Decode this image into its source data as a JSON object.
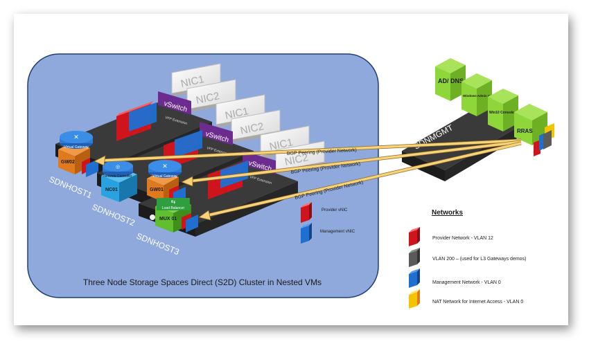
{
  "hosts": [
    {
      "label": "SDNHOST1"
    },
    {
      "label": "SDNHOST2"
    },
    {
      "label": "SDNHOST3"
    }
  ],
  "mgmt_host": {
    "label": "SDNMGMT"
  },
  "nics": [
    {
      "label": "NIC1"
    },
    {
      "label": "NIC2"
    },
    {
      "label": "NIC1"
    },
    {
      "label": "NIC2"
    },
    {
      "label": "NIC1"
    },
    {
      "label": "NIC2"
    }
  ],
  "vswitch": {
    "label": "vSwitch",
    "sub": "VFP Extension"
  },
  "vms": {
    "gw02": {
      "label": "GW02",
      "role": "Virtual Gateway"
    },
    "gw01": {
      "label": "GW01",
      "role": "Virtual Gateway"
    },
    "nc01": {
      "label": "NC01",
      "role": "Network Controller"
    },
    "mux01": {
      "label": "MUX 01",
      "role": "Load Balancer"
    }
  },
  "mgmt_vms": [
    {
      "label": "AD/ DNS"
    },
    {
      "label": "Windows Admin Center"
    },
    {
      "label": "Win10 Console"
    },
    {
      "label": "RRAS"
    }
  ],
  "peering": [
    {
      "label": "BGP Peering (Provider Network)"
    },
    {
      "label": "BGP Peering (Provider Network)"
    },
    {
      "label": "BGP Peering (Provider Network)"
    }
  ],
  "vnic_legend": [
    {
      "label": "Provider vNIC",
      "color": "#d0141c"
    },
    {
      "label": "Management vNIC",
      "color": "#1f6fd1"
    }
  ],
  "networks": {
    "title": "Networks",
    "items": [
      {
        "label": "Provider Network - VLAN 12",
        "color": "#d0141c"
      },
      {
        "label": "VLAN 200 – (used for L3 Gateways demos)",
        "color": "#5a5a5a"
      },
      {
        "label": "Management Network - VLAN 0",
        "color": "#1f6fd1"
      },
      {
        "label": "NAT Network for Internet Access - VLAN 0",
        "color": "#f5c400"
      }
    ]
  },
  "caption": "Three Node Storage Spaces Direct (S2D) Cluster in Nested VMs",
  "colors": {
    "cluster_bg": "#8fa9dd",
    "server": "#2e2e2e",
    "vswitch": "#6c2b8f",
    "gateway": "#e07a1f",
    "controller": "#29a3e0",
    "green": "#5fbf2e",
    "mgmt_green": "#8fd63a",
    "arrow": "#f7d27a"
  }
}
